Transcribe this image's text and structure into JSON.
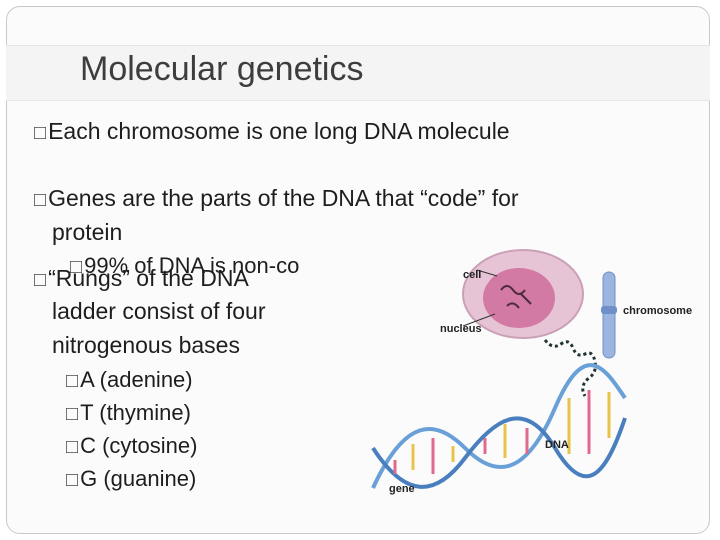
{
  "slide": {
    "title": "Molecular genetics",
    "bullets": [
      "Each chromosome is one long DNA molecule",
      "Genes are the parts of the DNA that “code” for",
      "protein"
    ],
    "sub_overlap": "99% of DNA is non-co",
    "rungs_line1": "“Rungs” of the DNA",
    "rungs_line2": "ladder consist of four",
    "rungs_line3": "nitrogenous bases",
    "bases": [
      "A (adenine)",
      "T (thymine)",
      "C (cytosine)",
      "G (guanine)"
    ]
  },
  "figure": {
    "labels": {
      "cell": "cell",
      "nucleus": "nucleus",
      "chromosome": "chromosome",
      "dna": "DNA",
      "gene": "gene"
    },
    "colors": {
      "cell_fill": "#e7c3d6",
      "nucleus_fill": "#d37aa4",
      "chromosome": "#9cb4e0",
      "helix_blue": "#6aa0d8",
      "rung_pink": "#e06a8c",
      "rung_yellow": "#e8c34a"
    }
  }
}
